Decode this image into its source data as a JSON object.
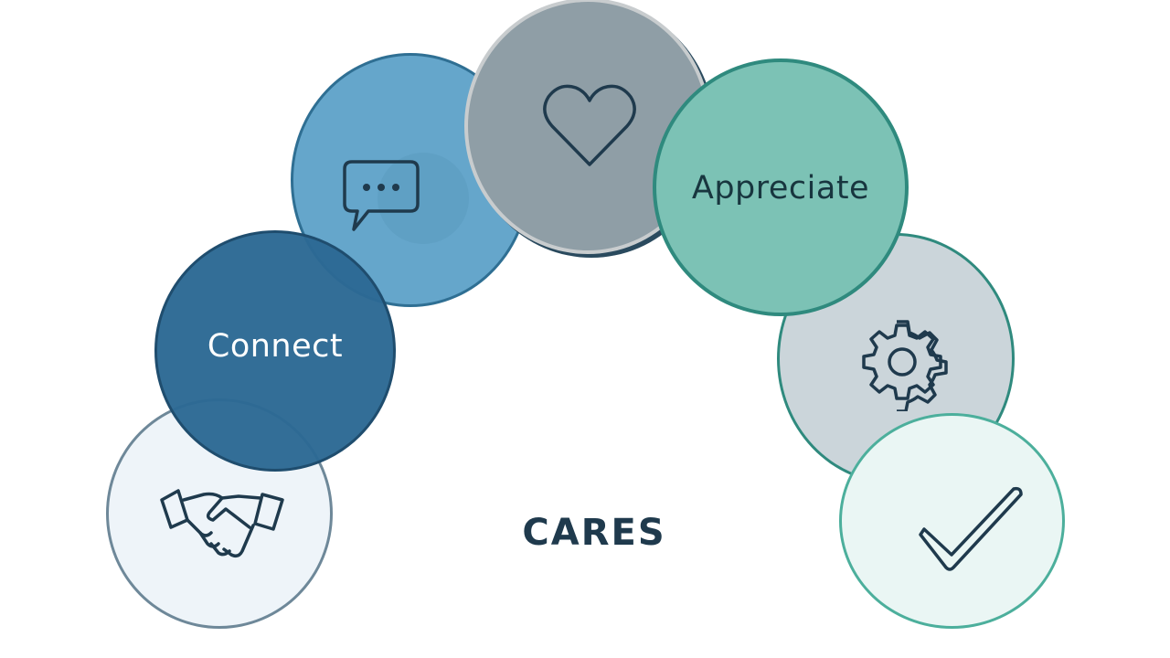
{
  "diagram": {
    "center_label": "CARES",
    "nodes": [
      {
        "id": "handshake",
        "label": "",
        "icon": "handshake-icon"
      },
      {
        "id": "connect",
        "label": "Connect",
        "icon": ""
      },
      {
        "id": "chat",
        "label": "",
        "icon": "chat-bubble-icon"
      },
      {
        "id": "heart",
        "label": "",
        "icon": "heart-icon"
      },
      {
        "id": "appreciate",
        "label": "Appreciate",
        "icon": ""
      },
      {
        "id": "gear",
        "label": "",
        "icon": "gear-icon"
      },
      {
        "id": "check",
        "label": "",
        "icon": "checkmark-icon"
      }
    ]
  },
  "colors": {
    "ink": "#1f3a4d",
    "handshake_fill": "#eef4f9",
    "handshake_border": "#6e8899",
    "connect_fill": "#336f98",
    "connect_border": "#1f4d6e",
    "connect_text": "#ffffff",
    "chat_fill": "#65a6cb",
    "chat_border": "#2f6f93",
    "heart_fill": "#8f9ea6",
    "heart_border": "#c8ccce",
    "appreciate_fill": "#7cc2b5",
    "appreciate_border": "#2f8a7e",
    "appreciate_text": "#18363f",
    "gear_fill": "#cbd5da",
    "gear_border": "#2f8a7e",
    "check_fill": "#eaf6f4",
    "check_border": "#4caf9c"
  }
}
